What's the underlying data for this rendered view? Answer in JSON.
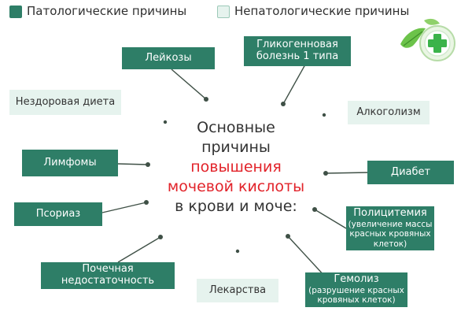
{
  "colors": {
    "pathological": "#2e7e67",
    "non_pathological": "#e6f3ee",
    "pathological_border": "#9cc9b8",
    "line": "#3f5046",
    "highlight": "#e2232a",
    "logo_green": "#6cc34a",
    "logo_cross": "#3bb34a"
  },
  "legend": {
    "pathological": "Патологические причины",
    "non_pathological": "Непатологические причины"
  },
  "center": {
    "line1": "Основные",
    "line2": "причины",
    "line3": "повышения",
    "line4": "мочевой кислоты",
    "line5": "в крови и моче:"
  },
  "boxes": {
    "leukoses": "Лейкозы",
    "glycogen_1": "Гликогенновая",
    "glycogen_2": "болезнь 1 типа",
    "unhealthy_diet": "Нездоровая диета",
    "alcoholism": "Алкоголизм",
    "lymphomas": "Лимфомы",
    "diabetes": "Диабет",
    "psoriasis": "Псориаз",
    "polycythemia": "Полицитемия",
    "polycythemia_sub_1": "(увеличение массы",
    "polycythemia_sub_2": "красных кровяных",
    "polycythemia_sub_3": "клеток)",
    "renal_1": "Почечная",
    "renal_2": "недостаточность",
    "medicines": "Лекарства",
    "hemolysis": "Гемолиз",
    "hemolysis_sub_1": "(разрушение красных",
    "hemolysis_sub_2": "кровяных клеток)"
  },
  "icons": {
    "logo": "green-cross-leaf-icon"
  }
}
